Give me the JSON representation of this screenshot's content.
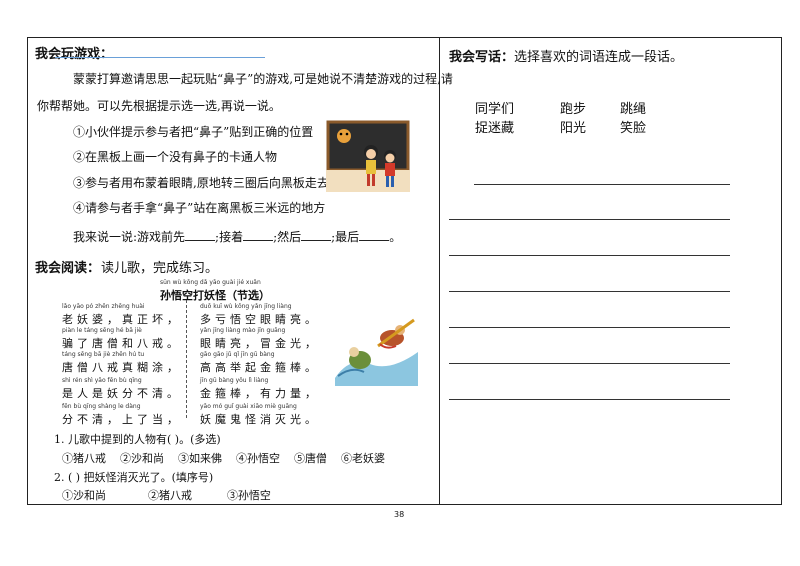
{
  "left": {
    "game": {
      "title": "我会玩游戏：",
      "intro_1": "蒙蒙打算邀请思思一起玩贴“鼻子”的游戏,可是她说不清楚游戏的过程,请",
      "intro_2": "你帮帮她。可以先根据提示选一选,再说一说。",
      "steps": [
        "①小伙伴提示参与者把“鼻子”贴到正确的位置",
        "②在黑板上画一个没有鼻子的卡通人物",
        "③参与者用布蒙着眼睛,原地转三圈后向黑板走去",
        "④请参与者手拿“鼻子”站在离黑板三米远的地方"
      ],
      "say_prefix": "我来说一说:游戏前先",
      "say_2": ";接着",
      "say_3": ";然后",
      "say_4": ";最后",
      "say_end": "。"
    },
    "reading": {
      "title": "我会阅读：",
      "instruction": "读儿歌，完成练习。",
      "poem_title_pinyin": "sūn wù kōng dǎ yāo guài jié xuǎn",
      "poem_title": "孙悟空打妖怪（节选）",
      "left_col": [
        {
          "py": "lǎo yāo pó   zhēn zhēng huài",
          "han": "老妖婆，真正坏，"
        },
        {
          "py": "piàn le táng sēng hé bā jiè",
          "han": "骗了唐僧和八戒。"
        },
        {
          "py": "táng sēng bā jiè zhēn hú tu",
          "han": "唐僧八戒真糊涂，"
        },
        {
          "py": "shì rén shì yāo fēn bù qīng",
          "han": "是人是妖分不清。"
        },
        {
          "py": "fēn bù qīng   shàng le dàng",
          "han": "分不清，上了当，"
        }
      ],
      "right_col": [
        {
          "py": "duō kuī wù kōng yǎn jīng liàng",
          "han": "多亏悟空眼睛亮。"
        },
        {
          "py": "yǎn jīng liàng   mào jīn guāng",
          "han": "眼睛亮，冒金光，"
        },
        {
          "py": "gāo gāo jǔ qǐ jīn gū bàng",
          "han": "高高举起金箍棒。"
        },
        {
          "py": "jīn gū bàng   yǒu lì liàng",
          "han": "金箍棒，有力量，"
        },
        {
          "py": "yāo mó guǐ guài xiāo miè guāng",
          "han": "妖魔鬼怪消灭光。"
        }
      ],
      "q1": "1. 儿歌中提到的人物有(        )。(多选)",
      "q1_options": [
        "①猪八戒",
        "②沙和尚",
        "③如来佛",
        "④孙悟空",
        "⑤唐僧",
        "⑥老妖婆"
      ],
      "q2": "2. (    ) 把妖怪消灭光了。(填序号)",
      "q2_options": [
        "①沙和尚",
        "②猪八戒",
        "③孙悟空"
      ]
    }
  },
  "right": {
    "title": "我会写话：",
    "instruction": "选择喜欢的词语连成一段话。",
    "words": [
      "同学们",
      "跑步",
      "跳绳",
      "捉迷藏",
      "阳光",
      "笑脸"
    ]
  },
  "page_number": "38",
  "colors": {
    "chalkboard": "#2d2d2d",
    "ink": "#111111",
    "accent_blue": "#6aa0d8"
  }
}
